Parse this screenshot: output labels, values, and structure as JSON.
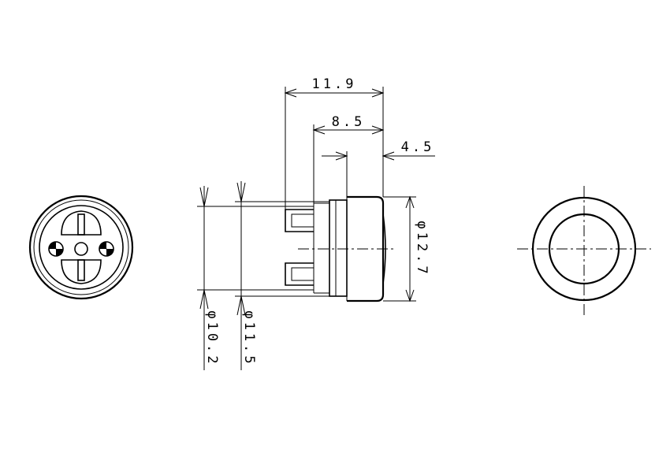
{
  "dimensions": {
    "overall_length": "11.9",
    "body_length": "8.5",
    "cap_length": "4.5",
    "cap_diameter": "φ12.7",
    "inner_diameter": "φ10.2",
    "body_diameter": "φ11.5"
  }
}
